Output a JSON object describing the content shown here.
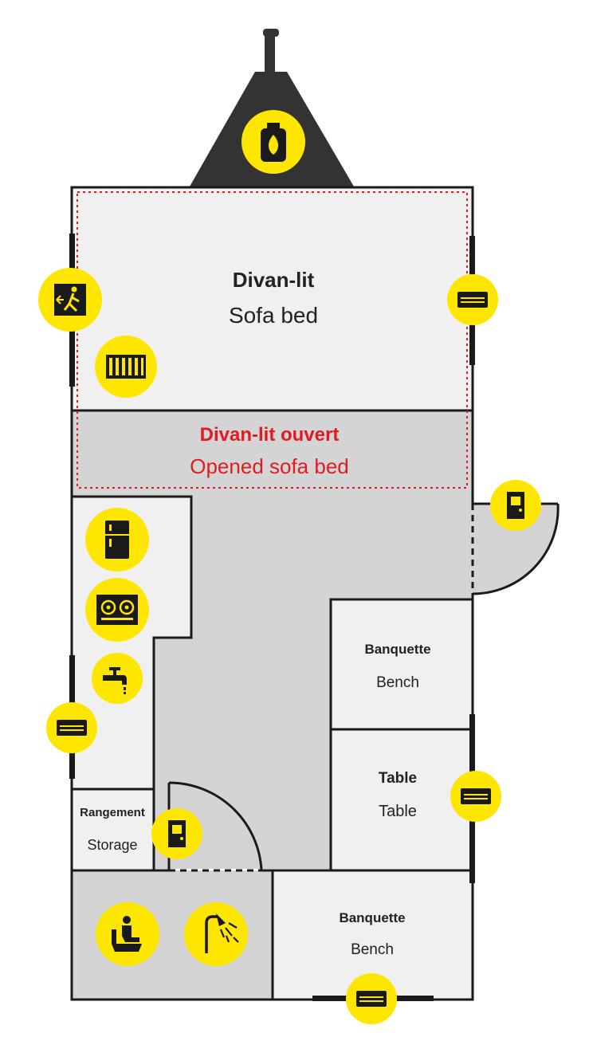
{
  "rooms": {
    "sofa_bed": {
      "fr": "Divan-lit",
      "en": "Sofa bed"
    },
    "opened_sofa_bed": {
      "fr": "Divan-lit ouvert",
      "en": "Opened sofa bed"
    },
    "bench_upper": {
      "fr": "Banquette",
      "en": "Bench"
    },
    "table": {
      "fr": "Table",
      "en": "Table"
    },
    "storage": {
      "fr": "Rangement",
      "en": "Storage"
    },
    "bench_lower": {
      "fr": "Banquette",
      "en": "Bench"
    }
  },
  "icons": [
    "gas-bottle-icon",
    "emergency-exit-icon",
    "radiator-icon",
    "window-icon",
    "door-icon",
    "fridge-icon",
    "stove-icon",
    "faucet-icon",
    "toilet-icon",
    "shower-icon"
  ],
  "colors": {
    "icon_yellow": "#ffe600",
    "wall": "#1a1a1a",
    "floor_light": "#f0f0f0",
    "floor_dark": "#d4d4d4",
    "highlight_red": "#e11b22"
  }
}
